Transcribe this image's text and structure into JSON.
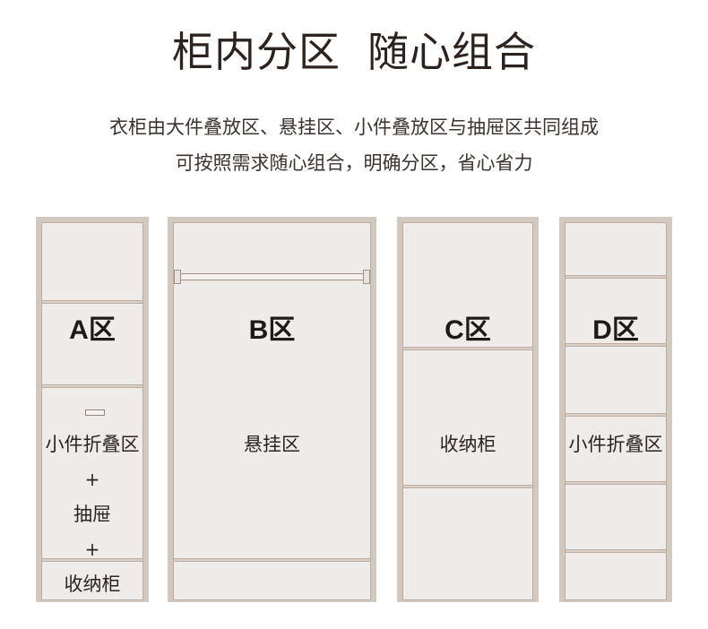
{
  "title_part1": "柜内分区",
  "title_part2": "随心组合",
  "subtitle_line1": "衣柜由大件叠放区、悬挂区、小件叠放区与抽屉区共同组成",
  "subtitle_line2": "可按照需求随心组合，明确分区，省心省力",
  "cabinets": [
    {
      "letter": "A",
      "zone": "区",
      "labels": [
        "小件折叠区",
        "+",
        "抽屉",
        "+",
        "收纳柜"
      ]
    },
    {
      "letter": "B",
      "zone": "区",
      "labels": [
        "悬挂区"
      ]
    },
    {
      "letter": "C",
      "zone": "区",
      "labels": [
        "收纳柜"
      ]
    },
    {
      "letter": "D",
      "zone": "区",
      "labels": [
        "小件折叠区"
      ]
    }
  ]
}
